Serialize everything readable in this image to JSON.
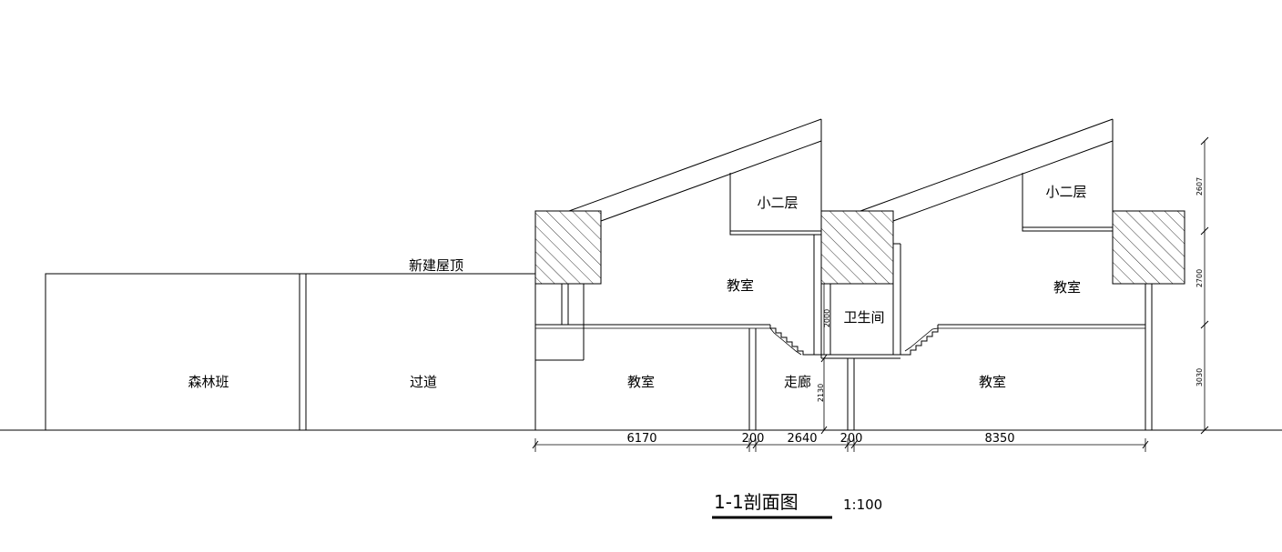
{
  "labels": {
    "forest_class": "森林班",
    "corridor_pass": "过道",
    "new_roof": "新建屋顶",
    "classroom_upper_left": "教室",
    "classroom_upper_right": "教室",
    "classroom_lower_left": "教室",
    "classroom_lower_right": "教室",
    "mezzanine_left": "小二层",
    "mezzanine_right": "小二层",
    "restroom": "卫生间",
    "hallway": "走廊"
  },
  "dimensions": {
    "horizontal": [
      "6170",
      "200",
      "2640",
      "200",
      "8350"
    ],
    "vertical_right": [
      "2607",
      "2700",
      "3030"
    ],
    "restroom_height": "2000",
    "hallway_height": "2130"
  },
  "title": {
    "text": "1-1剖面图",
    "scale": "1:100"
  }
}
